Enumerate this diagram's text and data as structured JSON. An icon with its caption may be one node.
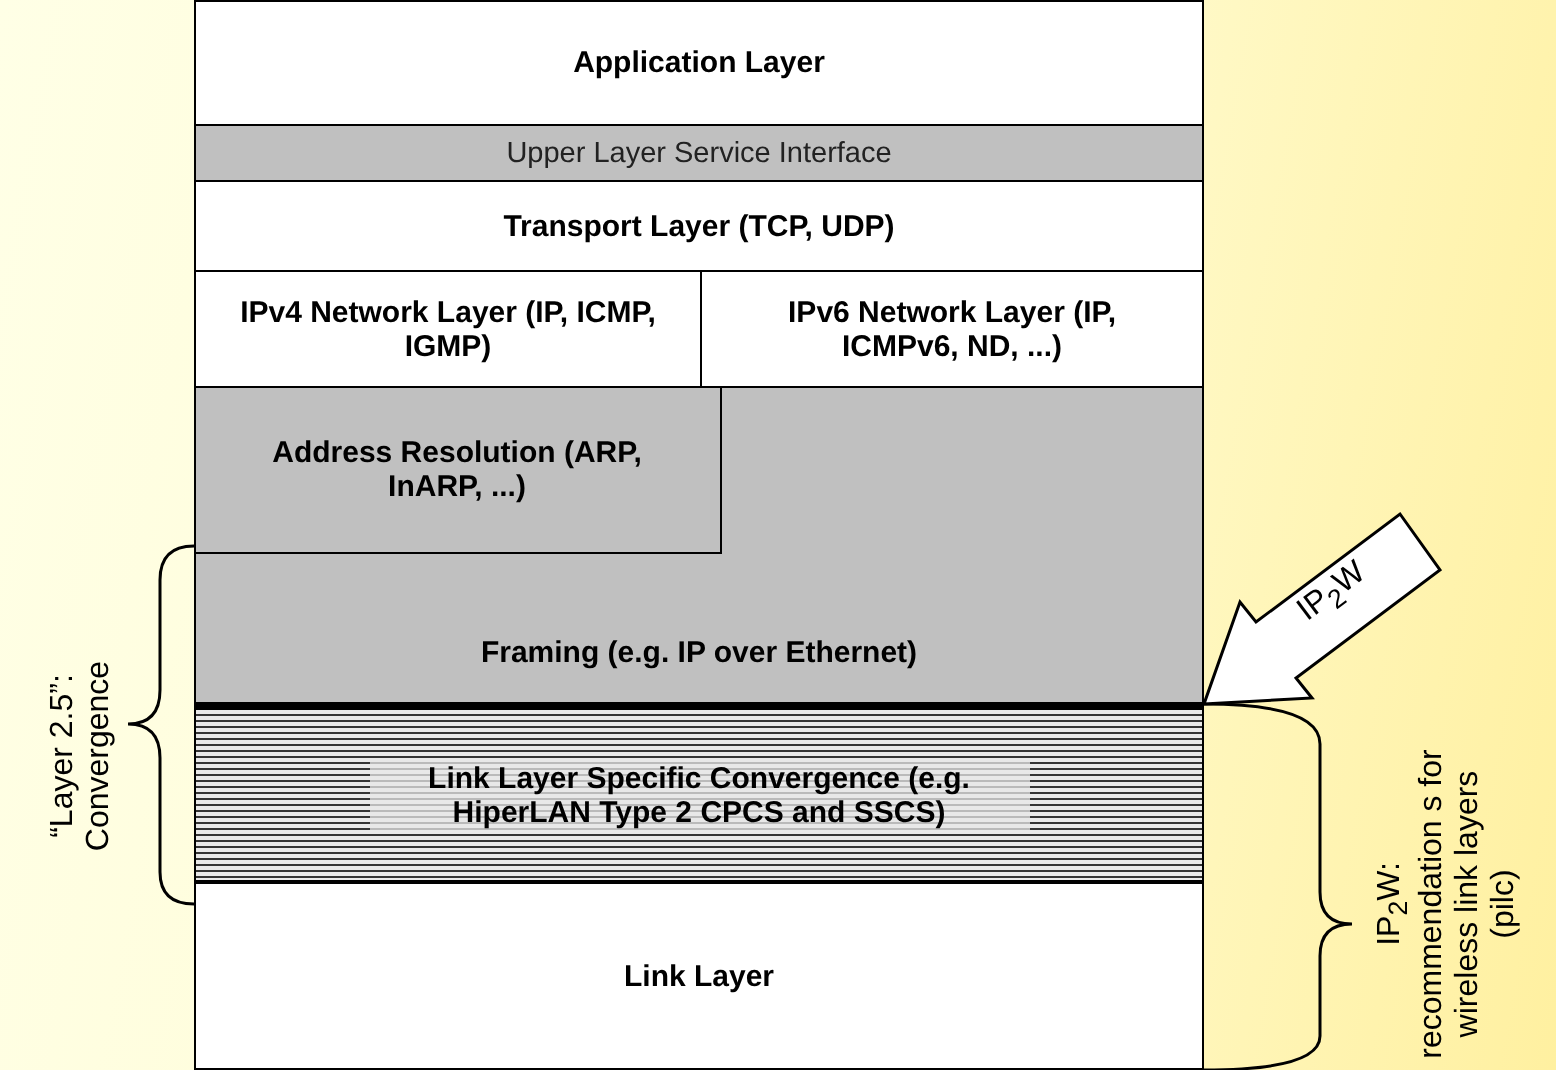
{
  "diagram": {
    "nodes": [
      {
        "text": [
          "Application Layer"
        ]
      },
      {
        "text": [
          "Upper Layer Service Interface"
        ]
      },
      {
        "text": [
          "Transport Layer (TCP, UDP)"
        ]
      },
      {
        "text": [
          "IPv4 Network Layer (IP, ICMP, IGMP)"
        ]
      },
      {
        "text": [
          "IPv6 Network Layer (IP, ICMPv6, ND, ...)"
        ]
      },
      {
        "text": [
          "Framing (e.g. IP over Ethernet)"
        ]
      },
      {
        "text": [
          "Address Resolution (ARP, InARP, ...)"
        ],
        "in": 5
      },
      {
        "text": [
          "Link Layer Specific Convergence (e.g. HiperLAN Type 2 CPCS and SSCS)"
        ]
      },
      {
        "text": [
          "Link Layer"
        ]
      },
      {
        "text": [
          "IP$_{2}$W"
        ]
      }
    ],
    "labels": [
      "“Layer 2.5”: Convergence",
      "IP$_{2}$W: recommendation s for wireless link layers (pilc)"
    ]
  }
}
